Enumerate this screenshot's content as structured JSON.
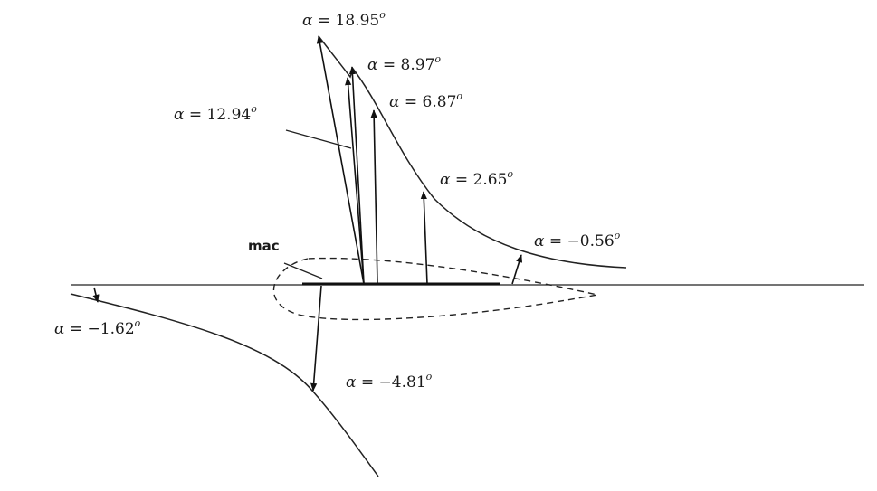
{
  "diagram": {
    "mac_label": "mac",
    "alpha_symbol": "α",
    "equals": " = ",
    "degree_marker": "o",
    "angles": [
      {
        "id": "a1895",
        "value": "18.95"
      },
      {
        "id": "a897",
        "value": "8.97"
      },
      {
        "id": "a687",
        "value": "6.87"
      },
      {
        "id": "a1294",
        "value": "12.94"
      },
      {
        "id": "a265",
        "value": "2.65"
      },
      {
        "id": "am056",
        "value": "−0.56"
      },
      {
        "id": "am162",
        "value": "−1.62"
      },
      {
        "id": "am481",
        "value": "−4.81"
      }
    ]
  }
}
